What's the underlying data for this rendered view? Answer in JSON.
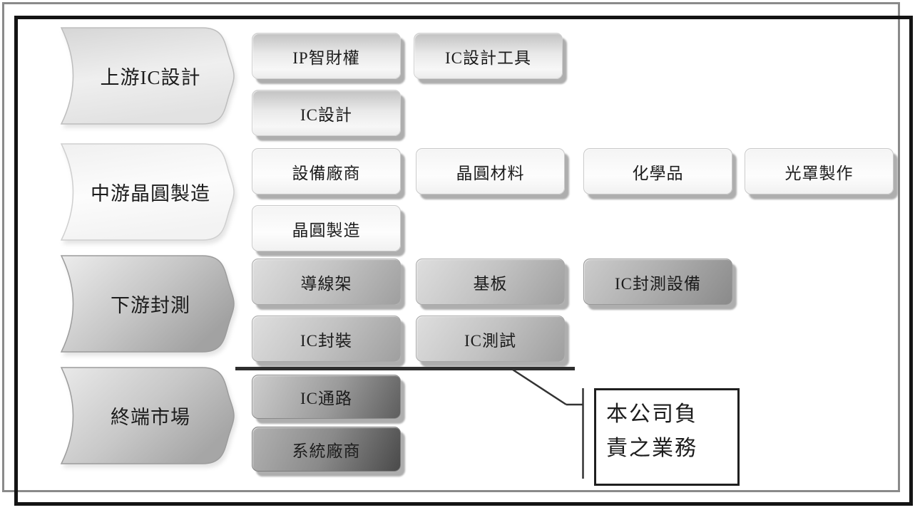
{
  "palette": {
    "outer_frame": "#8a8a8a",
    "inner_frame": "#141414",
    "underline": "#2e2e2e",
    "connector": "#333333",
    "text": "#1c1c1c"
  },
  "rows": [
    {
      "stage": "上游IC設計",
      "boxes": [
        "IP智財權",
        "IC設計工具",
        "IC設計"
      ]
    },
    {
      "stage": "中游晶圓製造",
      "boxes": [
        "設備廠商",
        "晶圓材料",
        "化學品",
        "光罩製作",
        "晶圓製造"
      ]
    },
    {
      "stage": "下游封測",
      "boxes": [
        "導線架",
        "基板",
        "IC封測設備",
        "IC封裝",
        "IC測試"
      ]
    },
    {
      "stage": "終端市場",
      "boxes": [
        "IC通路",
        "系統廠商"
      ]
    }
  ],
  "note": {
    "line1": "本公司負",
    "line2": "責之業務"
  }
}
